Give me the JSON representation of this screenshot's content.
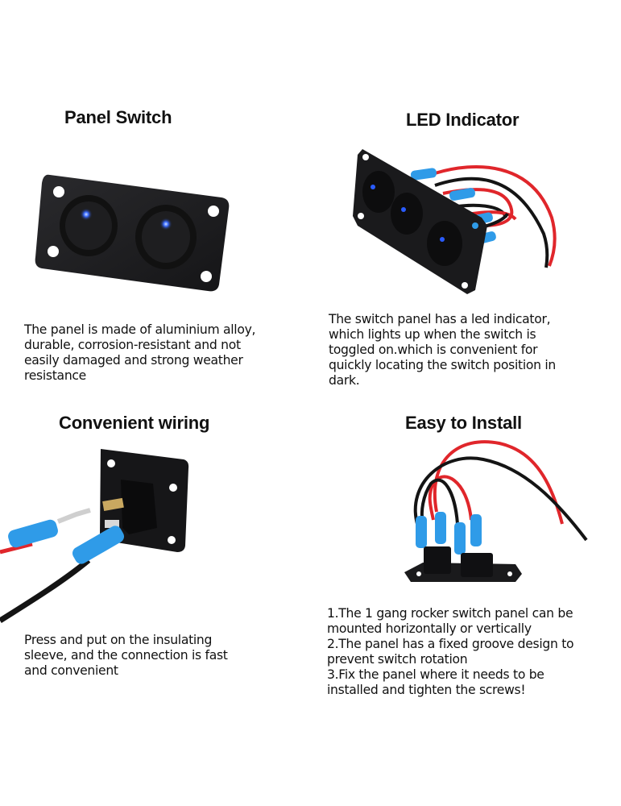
{
  "sections": [
    {
      "title": "Panel Switch",
      "image": "two-gang-rocker-switch-panel-photo",
      "description": "The panel is made of aluminium alloy,\ndurable, corrosion-resistant and not\neasily damaged and strong weather\nresistance"
    },
    {
      "title": "LED Indicator",
      "image": "three-gang-switch-panel-with-wires-photo",
      "description": "The switch panel has a led indicator,\nwhich lights up when the switch is\ntoggled on.which is convenient for\nquickly locating the switch position in\ndark."
    },
    {
      "title": "Convenient wiring",
      "image": "switch-with-insulated-terminals-photo",
      "description": "Press and put on the insulating\nsleeve, and the connection is fast\nand convenient"
    },
    {
      "title": "Easy to Install",
      "image": "switch-panel-rear-wiring-photo",
      "description": "1.The 1 gang rocker switch panel can be\nmounted horizontally or vertically\n2.The panel has a fixed groove design to\nprevent switch rotation\n3.Fix the panel where it needs to be\ninstalled and tighten the screws!"
    }
  ],
  "colors": {
    "panel": "#1c1c1e",
    "led": "#2a5cff",
    "wire_red": "#e0262b",
    "wire_black": "#141414",
    "sleeve_blue": "#2f9be8"
  }
}
